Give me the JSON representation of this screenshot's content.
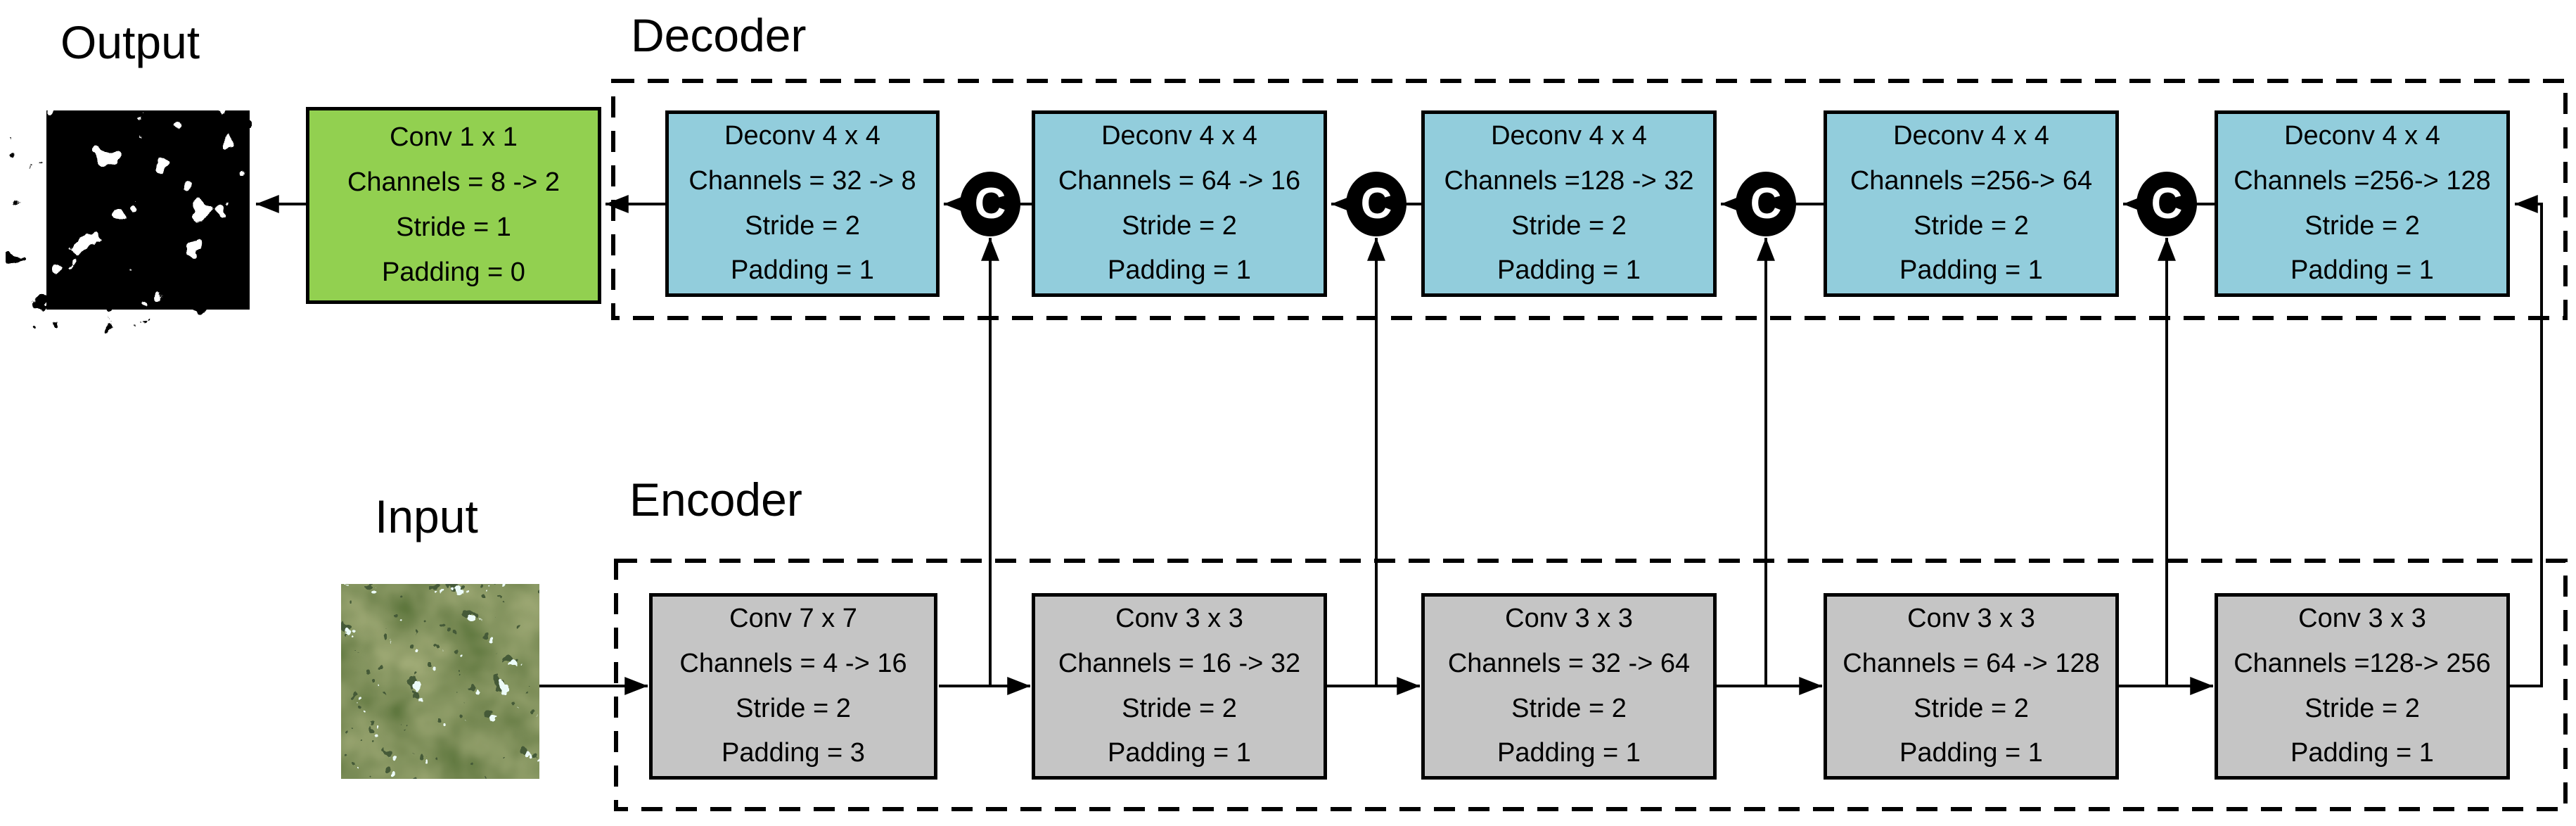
{
  "labels": {
    "output": "Output",
    "input": "Input",
    "decoder": "Decoder",
    "encoder": "Encoder"
  },
  "concat": {
    "symbol": "C"
  },
  "output_layer": {
    "lines": [
      "Conv 1 x 1",
      "Channels = 8 -> 2",
      "Stride = 1",
      "Padding = 0"
    ]
  },
  "decoder_layers": [
    {
      "lines": [
        "Deconv 4 x 4",
        "Channels = 32 -> 8",
        "Stride = 2",
        "Padding = 1"
      ]
    },
    {
      "lines": [
        "Deconv 4 x 4",
        "Channels = 64 -> 16",
        "Stride = 2",
        "Padding = 1"
      ]
    },
    {
      "lines": [
        "Deconv 4 x 4",
        "Channels =128 -> 32",
        "Stride = 2",
        "Padding = 1"
      ]
    },
    {
      "lines": [
        "Deconv 4 x 4",
        "Channels =256-> 64",
        "Stride = 2",
        "Padding = 1"
      ]
    },
    {
      "lines": [
        "Deconv 4 x 4",
        "Channels =256-> 128",
        "Stride = 2",
        "Padding = 1"
      ]
    }
  ],
  "encoder_layers": [
    {
      "lines": [
        "Conv 7 x 7",
        "Channels = 4 -> 16",
        "Stride = 2",
        "Padding = 3"
      ]
    },
    {
      "lines": [
        "Conv 3 x 3",
        "Channels = 16 -> 32",
        "Stride = 2",
        "Padding = 1"
      ]
    },
    {
      "lines": [
        "Conv 3 x 3",
        "Channels = 32 -> 64",
        "Stride = 2",
        "Padding = 1"
      ]
    },
    {
      "lines": [
        "Conv 3 x 3",
        "Channels = 64 -> 128",
        "Stride = 2",
        "Padding = 1"
      ]
    },
    {
      "lines": [
        "Conv 3 x 3",
        "Channels =128-> 256",
        "Stride = 2",
        "Padding = 1"
      ]
    }
  ],
  "colors": {
    "decoder_box_fill": "#92CDDC",
    "encoder_box_fill": "#C5C5C5",
    "output_conv_fill": "#92D050",
    "box_border": "#000000",
    "connector": "#000000",
    "concat_node_bg": "#000000",
    "concat_node_fg": "#FFFFFF"
  }
}
